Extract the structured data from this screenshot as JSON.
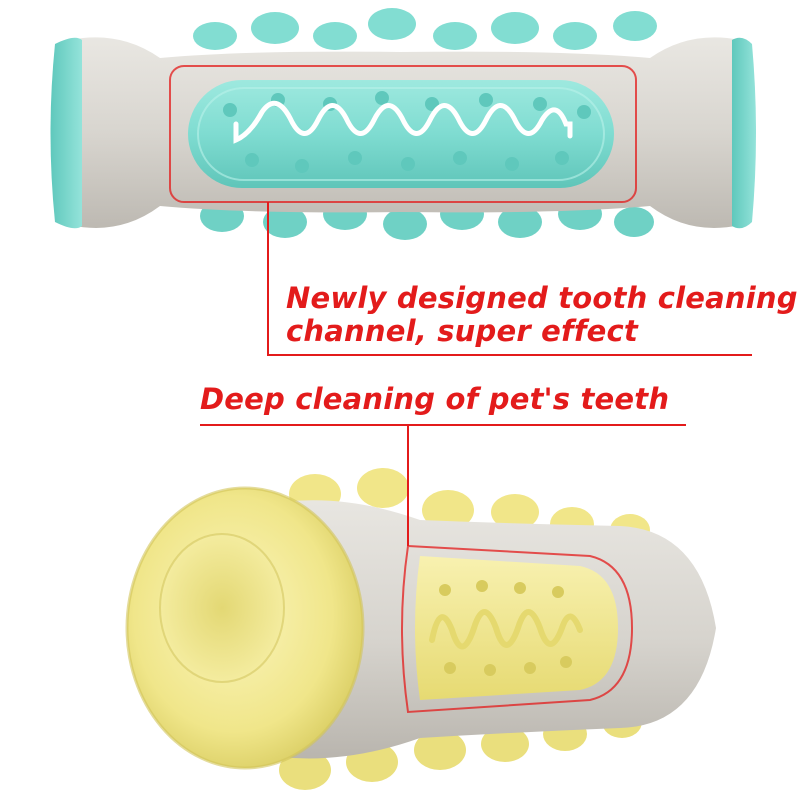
{
  "captions": {
    "line1": "Newly designed tooth cleaning",
    "line2": "channel, super effect",
    "line3": "Deep cleaning of pet's teeth"
  },
  "colors": {
    "annotation_red": "#e31b1b",
    "teal": "#7dd9cf",
    "teal_light": "#a8ece3",
    "grey_body": "#d9d6d0",
    "yellow": "#f1e88a",
    "yellow_light": "#f8f2b4"
  },
  "objects": {
    "top_toy": "teal-grey-chew-stick",
    "bottom_toy": "yellow-grey-chew-stick"
  }
}
